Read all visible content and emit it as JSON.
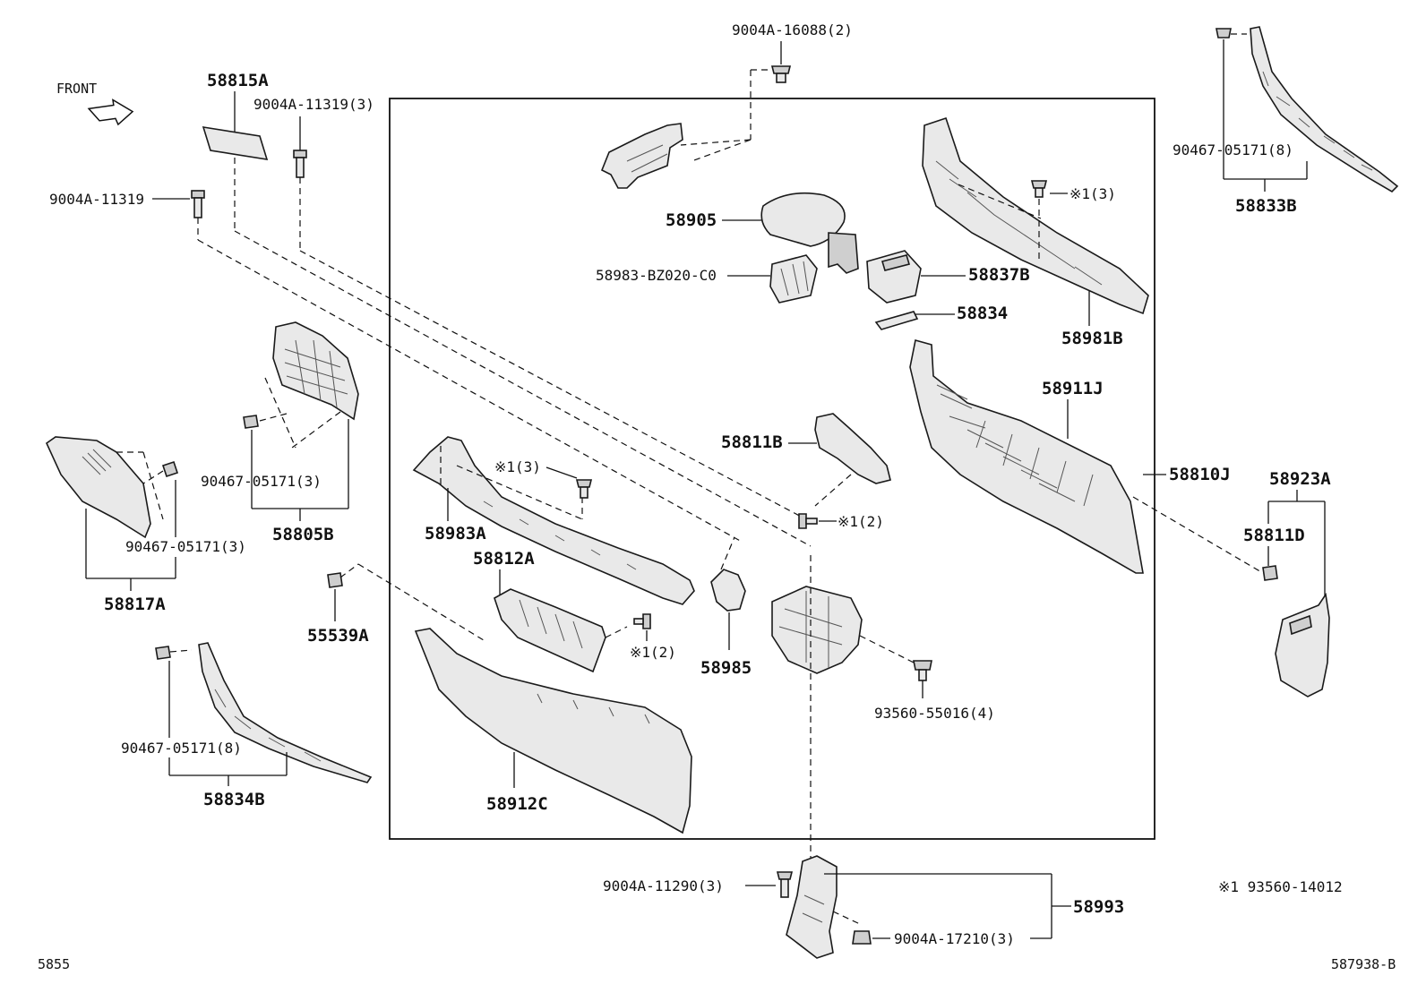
{
  "labels": {
    "front": "FRONT",
    "p58815A": "58815A",
    "p9004A_11319_3": "9004A-11319(3)",
    "p9004A_11319": "9004A-11319",
    "p9004A_16088_2": "9004A-16088(2)",
    "p90467_05171_8_top": "90467-05171(8)",
    "p58833B": "58833B",
    "p58905": "58905",
    "p58983_BZ020_C0": "58983-BZ020-C0",
    "p58837B": "58837B",
    "p58834": "58834",
    "p58981B": "58981B",
    "p58911J": "58911J",
    "p58810J": "58810J",
    "p58923A": "58923A",
    "p58811D": "58811D",
    "p58811B": "58811B",
    "p90467_05171_3_a": "90467-05171(3)",
    "p58805B": "58805B",
    "p90467_05171_3_b": "90467-05171(3)",
    "p58817A": "58817A",
    "p55539A": "55539A",
    "p58983A": "58983A",
    "p58812A": "58812A",
    "p58985": "58985",
    "p93560_55016_4": "93560-55016(4)",
    "p58912C": "58912C",
    "p90467_05171_8_bot": "90467-05171(8)",
    "p58834B": "58834B",
    "p9004A_11290_3": "9004A-11290(3)",
    "p58993": "58993",
    "p9004A_17210_3": "9004A-17210(3)",
    "note_1_3_a": "※1(3)",
    "note_1_3_b": "※1(3)",
    "note_1_2_a": "※1(2)",
    "note_1_2_b": "※1(2)",
    "footnote": "※1 93560-14012",
    "code_left": "5855",
    "code_right": "587938-B"
  }
}
